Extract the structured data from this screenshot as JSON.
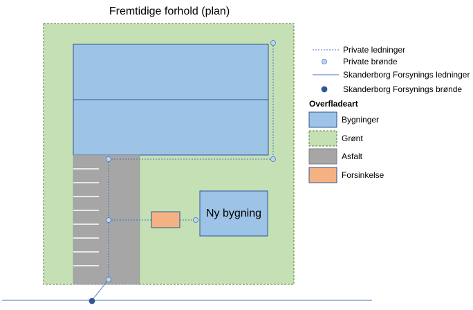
{
  "title": "Fremtidige forhold (plan)",
  "plan": {
    "new_building_label": "Ny bygning"
  },
  "legend": {
    "private_pipes": "Private ledninger",
    "private_wells": "Private brønde",
    "utility_pipes": "Skanderborg Forsynings ledninger",
    "utility_wells": "Skanderborg Forsynings brønde",
    "surface_heading": "Overfladeart",
    "surfaces": [
      {
        "label": "Bygninger",
        "fill": "#9dc3e6",
        "stroke": "#2f5597",
        "dashed": false
      },
      {
        "label": "Grønt",
        "fill": "#c5e0b4",
        "stroke": "#548235",
        "dashed": true
      },
      {
        "label": "Asfalt",
        "fill": "#a6a6a6",
        "stroke": "#7f7f7f",
        "dashed": false
      },
      {
        "label": "Forsinkelse",
        "fill": "#f4b183",
        "stroke": "#2f5597",
        "dashed": false
      }
    ]
  },
  "colors": {
    "building_fill": "#9dc3e6",
    "building_stroke": "#2f5597",
    "green_fill": "#c5e0b4",
    "green_stroke": "#548235",
    "asphalt_fill": "#a6a6a6",
    "delay_fill": "#f4b183",
    "pipe": "#4472c4",
    "utility_pipe": "#4472c4",
    "utility_well": "#2f5597"
  }
}
